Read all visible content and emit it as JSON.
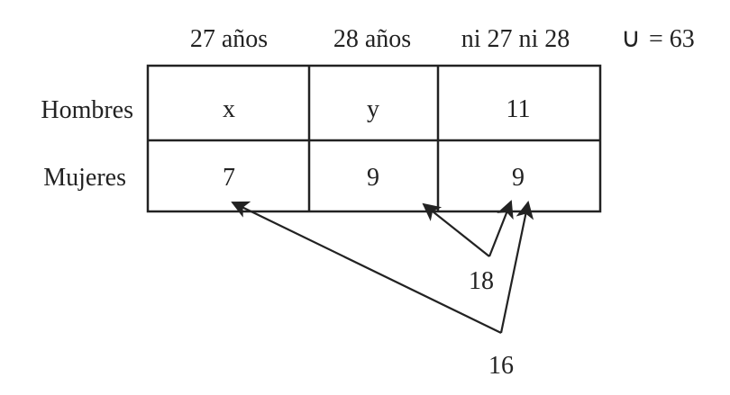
{
  "columns": [
    "27 años",
    "28 años",
    "ni 27 ni 28"
  ],
  "universe": {
    "symbol": "∪",
    "label": "= 63"
  },
  "rows": [
    {
      "label": "Hombres",
      "cells": [
        "x",
        "y",
        "11"
      ]
    },
    {
      "label": "Mujeres",
      "cells": [
        "7",
        "9",
        "9"
      ]
    }
  ],
  "annotations": {
    "sum_18": "18",
    "sum_16": "16"
  }
}
